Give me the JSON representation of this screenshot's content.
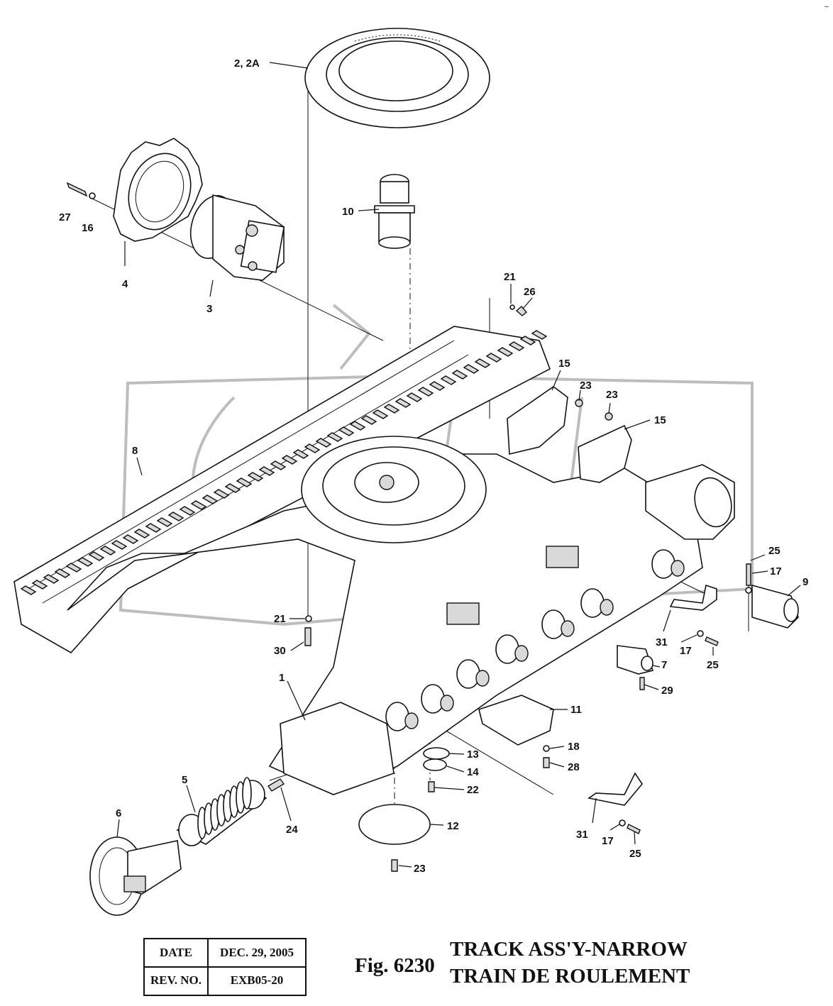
{
  "figure": {
    "number": "Fig. 6230",
    "title_en": "TRACK ASS'Y-NARROW",
    "title_fr": "TRAIN DE ROULEMENT"
  },
  "table": {
    "date_label": "DATE",
    "date_value": "DEC. 29, 2005",
    "rev_label": "REV. NO.",
    "rev_value": "EXB05-20"
  },
  "callouts": {
    "c2": "2, 2A",
    "c27": "27",
    "c16": "16",
    "c4": "4",
    "c3": "3",
    "c10": "10",
    "c21a": "21",
    "c26": "26",
    "c15a": "15",
    "c23a": "23",
    "c23b": "23",
    "c15b": "15",
    "c8": "8",
    "c25a": "25",
    "c17a": "17",
    "c9": "9",
    "c21b": "21",
    "c31a": "31",
    "c17b": "17",
    "c25b": "25",
    "c30": "30",
    "c7": "7",
    "c29": "29",
    "c1": "1",
    "c11": "11",
    "c18": "18",
    "c28": "28",
    "c13": "13",
    "c14": "14",
    "c22": "22",
    "c5": "5",
    "c6": "6",
    "c24": "24",
    "c12": "12",
    "c31b": "31",
    "c17c": "17",
    "c25c": "25",
    "c23c": "23"
  },
  "corner_mark": "~",
  "colors": {
    "ink": "#111111",
    "watermark": "#bdbdbd",
    "shade": "#d9d9d9"
  }
}
